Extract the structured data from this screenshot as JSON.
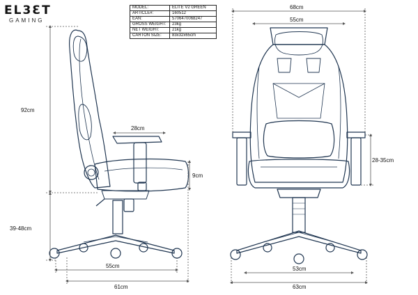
{
  "brand": {
    "name": "EL3ƐT",
    "subtitle": "GAMING"
  },
  "spec_table": [
    {
      "key": "MODEL:",
      "value": "ELITE V2 GREEN"
    },
    {
      "key": "ARTICLE#:",
      "value": "160512"
    },
    {
      "key": "EAN:",
      "value": "5706470068247"
    },
    {
      "key": "GROSS WEIGHT:",
      "value": "23kg"
    },
    {
      "key": "NET WEIGHT:",
      "value": "21kg"
    },
    {
      "key": "CARTON SIZE:",
      "value": "83x32x65cm"
    }
  ],
  "dimensions": {
    "side_height": "92cm",
    "seat_height": "39-48cm",
    "seat_depth": "28cm",
    "cushion_height": "9cm",
    "base_depth": "55cm",
    "total_depth": "61cm",
    "front_total_width": "68cm",
    "back_width": "55cm",
    "armrest_height": "28-35cm",
    "seat_width": "53cm",
    "base_width": "63cm"
  },
  "colors": {
    "outline": "#1f3550",
    "dim_line": "#555555"
  }
}
